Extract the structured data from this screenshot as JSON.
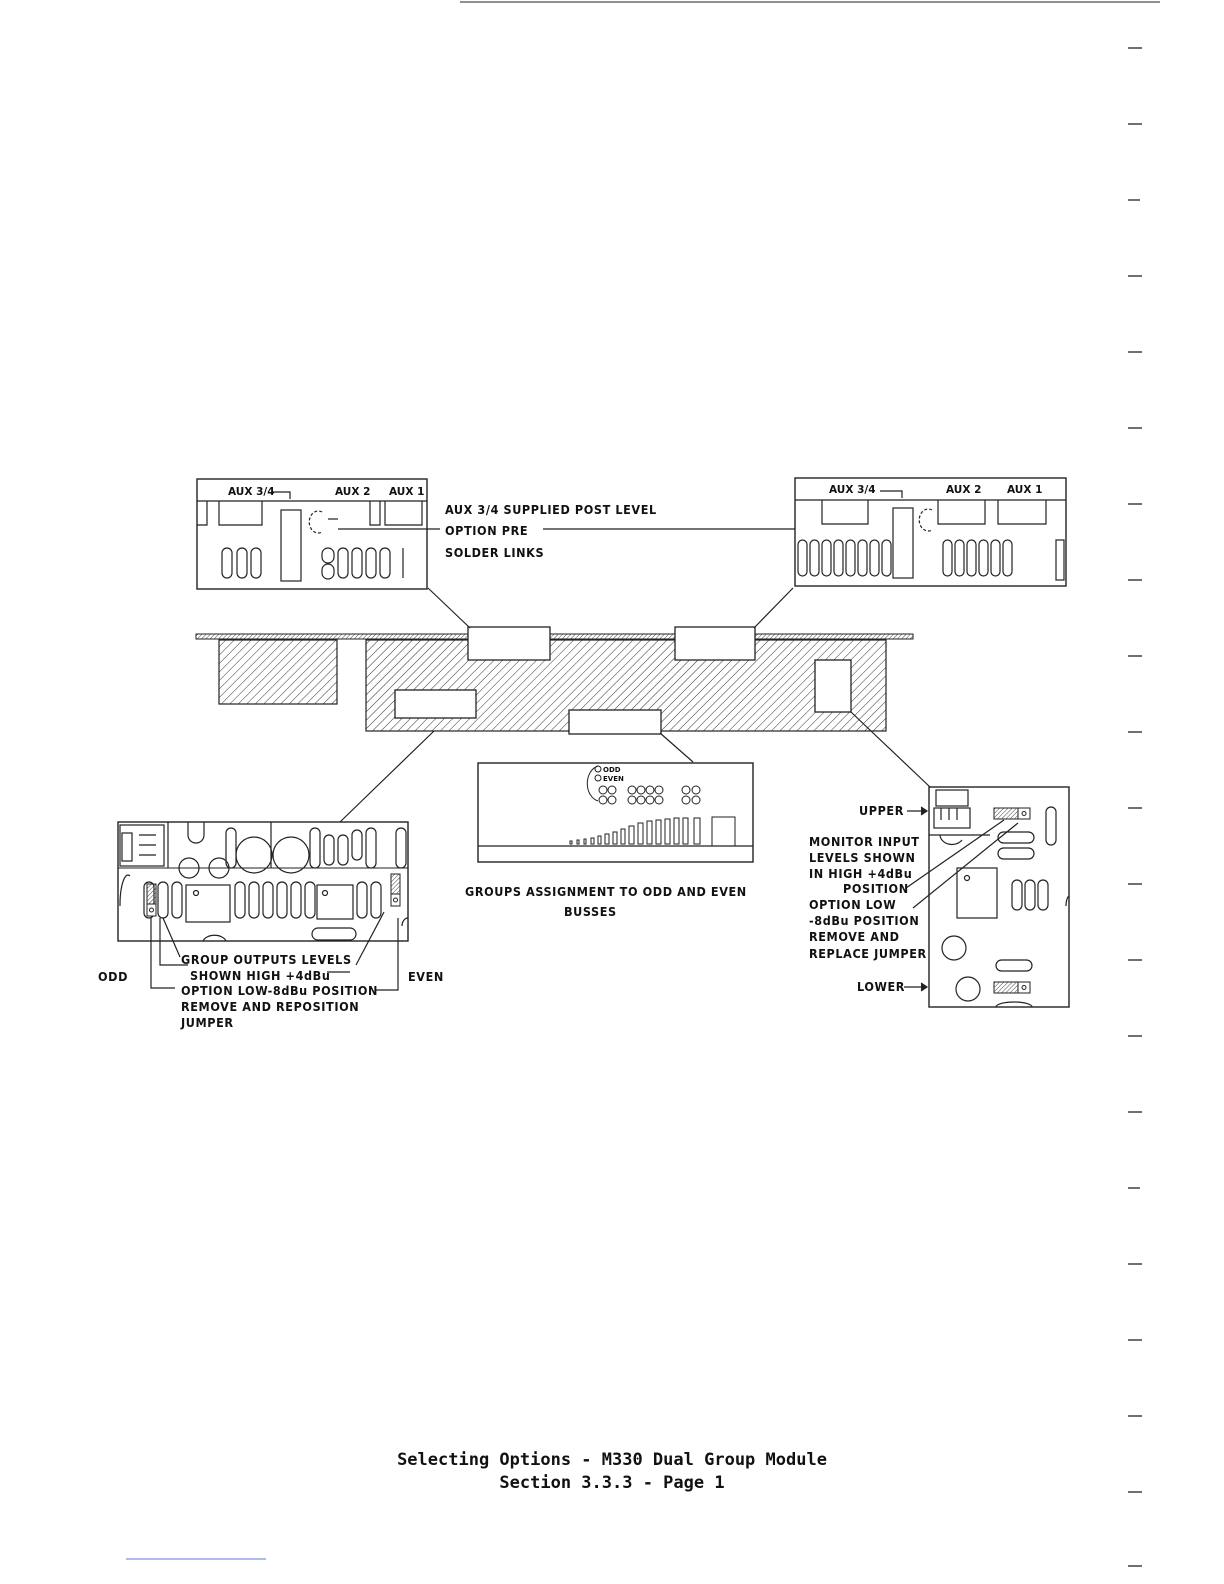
{
  "top_left_inset": {
    "aux34": "AUX 3/4",
    "aux2": "AUX 2",
    "aux1": "AUX 1"
  },
  "top_right_inset": {
    "aux34": "AUX 3/4",
    "aux2": "AUX 2",
    "aux1": "AUX 1"
  },
  "aux_callout": [
    "AUX 3/4 SUPPLIED POST LEVEL",
    "OPTION PRE",
    "SOLDER LINKS"
  ],
  "bus_inset": {
    "odd": "ODD",
    "even": "EVEN",
    "caption": [
      "GROUPS ASSIGNMENT TO ODD AND EVEN",
      "BUSSES"
    ]
  },
  "group_inset": {
    "odd": "ODD",
    "even": "EVEN",
    "callout": [
      "GROUP OUTPUTS LEVELS",
      "SHOWN HIGH +4dBu",
      "OPTION LOW-8dBu POSITION",
      "REMOVE AND REPOSITION",
      "JUMPER"
    ]
  },
  "monitor_inset": {
    "upper": "UPPER",
    "lower": "LOWER",
    "callout": [
      "MONITOR INPUT",
      "LEVELS SHOWN",
      "IN HIGH +4dBu",
      "POSITION",
      "OPTION LOW",
      "-8dBu POSITION",
      "REMOVE AND",
      "REPLACE JUMPER"
    ]
  },
  "footer": {
    "line1": "Selecting Options - M330 Dual Group Module",
    "line2": "Section 3.3.3 - Page 1"
  }
}
